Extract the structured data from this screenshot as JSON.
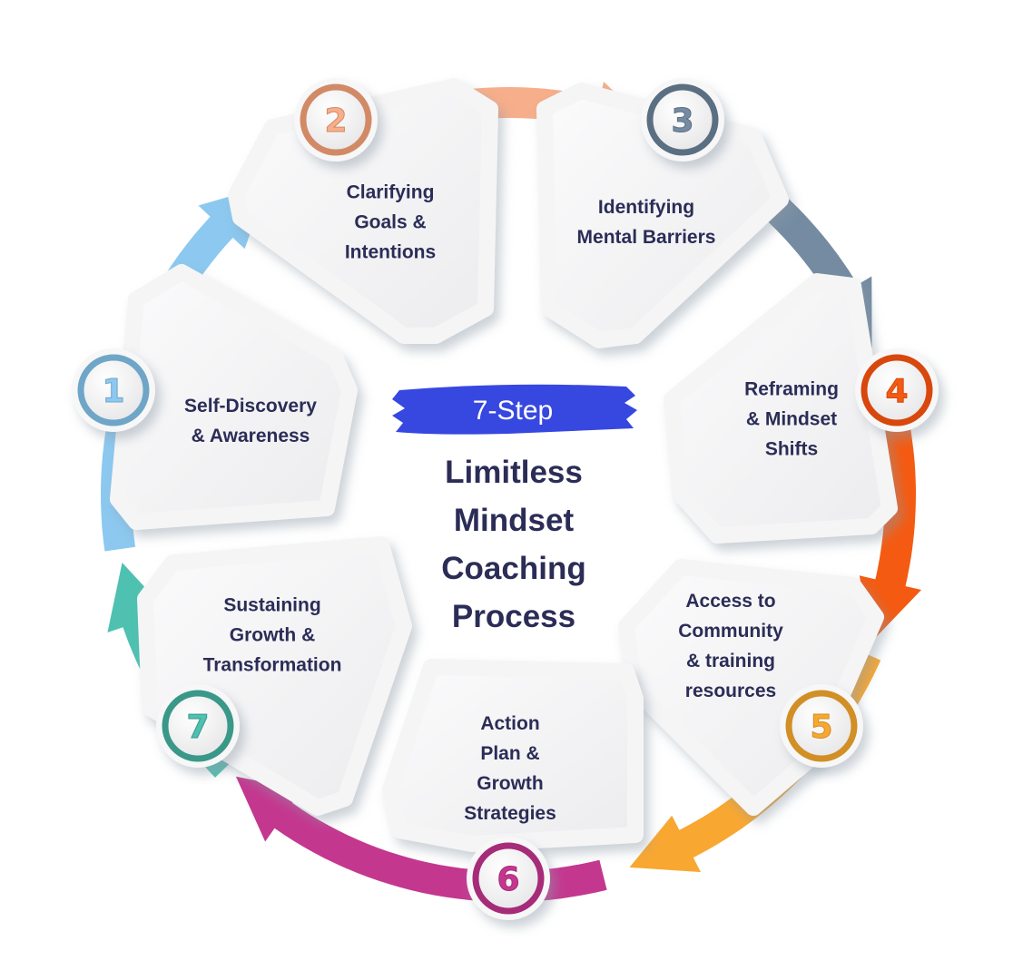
{
  "center": {
    "tag": "7-Step",
    "title_lines": [
      "Limitless",
      "Mindset",
      "Coaching",
      "Process"
    ]
  },
  "steps": [
    {
      "number": "1",
      "lines": [
        "Self-Discovery",
        "& Awareness"
      ],
      "color": "#8cc8ef",
      "badge_color": "#6fa6c7"
    },
    {
      "number": "2",
      "lines": [
        "Clarifying",
        "Goals &",
        "Intentions"
      ],
      "color": "#f6ae8b",
      "badge_color": "#d28a66"
    },
    {
      "number": "3",
      "lines": [
        "Identifying",
        "Mental Barriers"
      ],
      "color": "#748ba1",
      "badge_color": "#5b6f82"
    },
    {
      "number": "4",
      "lines": [
        "Reframing",
        "& Mindset",
        "Shifts"
      ],
      "color": "#f45a12",
      "badge_color": "#d8470c"
    },
    {
      "number": "5",
      "lines": [
        "Access to",
        "Community",
        "& training",
        "resources"
      ],
      "color": "#f8a731",
      "badge_color": "#d18f25"
    },
    {
      "number": "6",
      "lines": [
        "Action",
        "Plan &",
        "Growth",
        "Strategies"
      ],
      "color": "#c4378f",
      "badge_color": "#a62b78"
    },
    {
      "number": "7",
      "lines": [
        "Sustaining",
        "Growth &",
        "Transformation"
      ],
      "color": "#4ec1b0",
      "badge_color": "#3a9889"
    }
  ],
  "tag_color": "#3748e0",
  "text_color": "#2b2d57"
}
